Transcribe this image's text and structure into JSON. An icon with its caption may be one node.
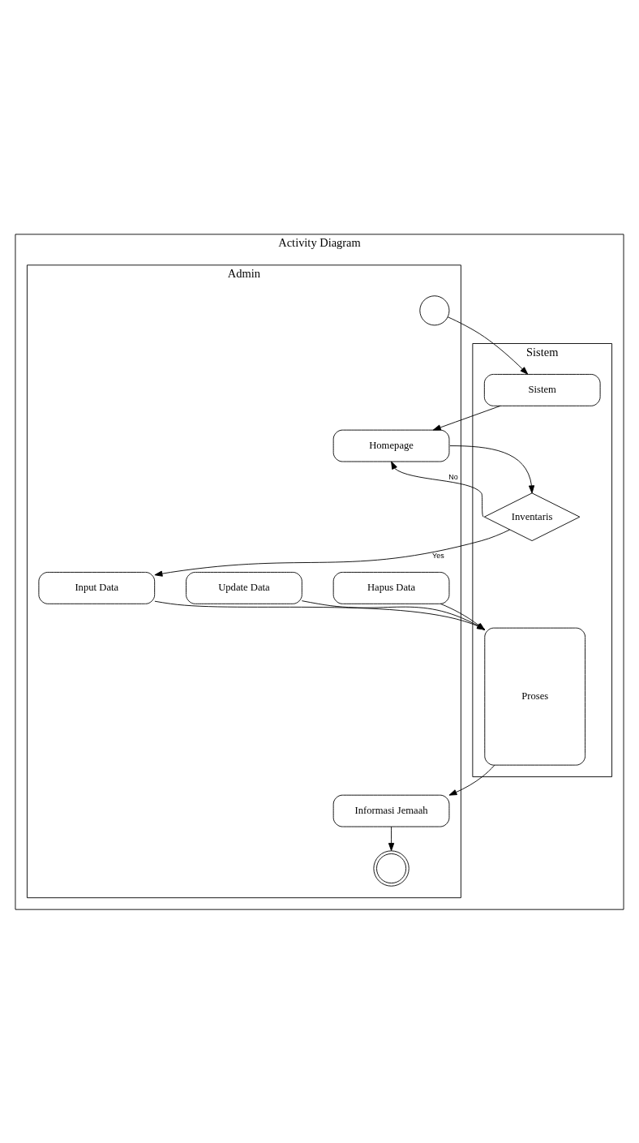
{
  "diagram": {
    "nodes": [
      {
        "text": [
          "Activity Diagram"
        ]
      },
      {
        "text": [
          "Admin"
        ],
        "in": 0
      },
      {
        "text": [
          "Sistem"
        ],
        "in": 0
      },
      {
        "text": [],
        "shape": "circle",
        "in": 1
      },
      {
        "text": [
          "Sistem"
        ],
        "in": 2
      },
      {
        "text": [
          "Homepage"
        ],
        "in": 1
      },
      {
        "text": [
          "Inventaris"
        ],
        "in": 2
      },
      {
        "text": [
          "Input Data"
        ],
        "in": 1
      },
      {
        "text": [
          "Update Data"
        ],
        "in": 1
      },
      {
        "text": [
          "Hapus Data"
        ],
        "in": 1
      },
      {
        "text": [
          "Proses"
        ],
        "in": 2
      },
      {
        "text": [
          "Informasi Jemaah"
        ],
        "in": 1
      },
      {
        "text": [],
        "shape": "circle",
        "in": 1
      }
    ],
    "edges": [
      {
        "from": 3,
        "to": 4,
        "arrow": "to"
      },
      {
        "from": 4,
        "to": 5,
        "arrow": "to"
      },
      {
        "from": 5,
        "to": 6,
        "arrow": "to"
      },
      {
        "from": 6,
        "to": 5,
        "arrow": "to",
        "label": "No"
      },
      {
        "from": 6,
        "to": 7,
        "arrow": "to",
        "label": "Yes"
      },
      {
        "from": 7,
        "to": 10,
        "arrow": "to"
      },
      {
        "from": 8,
        "to": 10,
        "arrow": "to"
      },
      {
        "from": 9,
        "to": 10,
        "arrow": "to"
      },
      {
        "from": 10,
        "to": 11,
        "arrow": "to"
      },
      {
        "from": 11,
        "to": 12,
        "arrow": "to"
      }
    ]
  }
}
